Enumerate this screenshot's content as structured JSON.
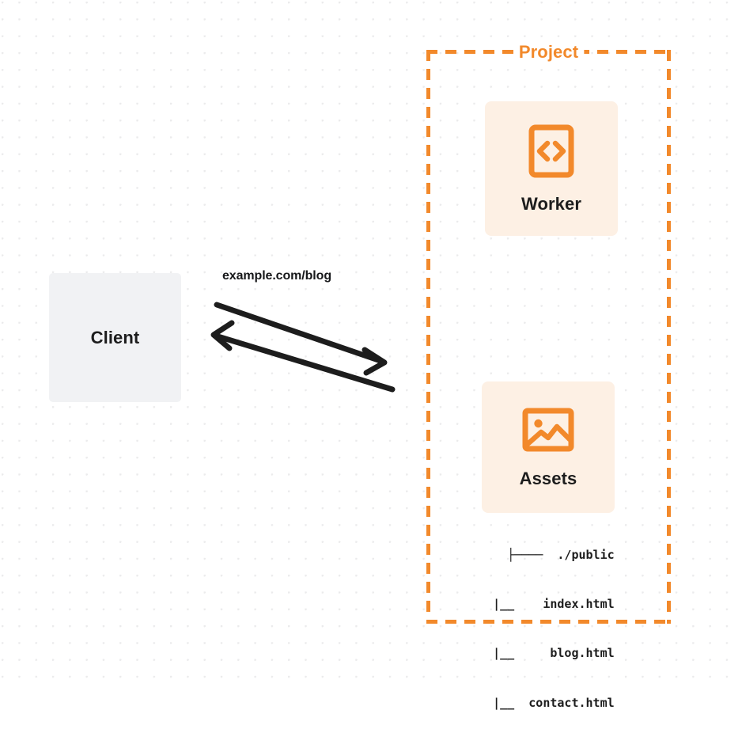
{
  "diagram": {
    "type": "architecture-flow",
    "background": {
      "style": "dot-grid",
      "dot_color": "#ebebec",
      "page_color": "#ffffff"
    },
    "accent_color": "#f2892b",
    "card_color": "#fdf0e4",
    "client_color": "#f1f2f4",
    "text_color": "#1d1d1d"
  },
  "client": {
    "label": "Client",
    "icon": "client-box-icon"
  },
  "edge": {
    "label": "example.com/blog",
    "request_direction": "client-to-project",
    "response_direction": "project-to-client",
    "stroke_color": "#1d1d1d"
  },
  "project": {
    "title": "Project",
    "border_style": "dashed",
    "border_color": "#f2892b",
    "nodes": [
      {
        "id": "worker",
        "label": "Worker",
        "icon": "code-brackets-icon",
        "icon_color": "#f2892b"
      },
      {
        "id": "assets",
        "label": "Assets",
        "icon": "image-picture-icon",
        "icon_color": "#f2892b"
      }
    ]
  },
  "assets_tree": {
    "lines": [
      "├────  ./public",
      "    |__    index.html",
      "    |__     blog.html",
      "    |__  contact.html"
    ],
    "root": "./public",
    "files": [
      "index.html",
      "blog.html",
      "contact.html"
    ]
  }
}
